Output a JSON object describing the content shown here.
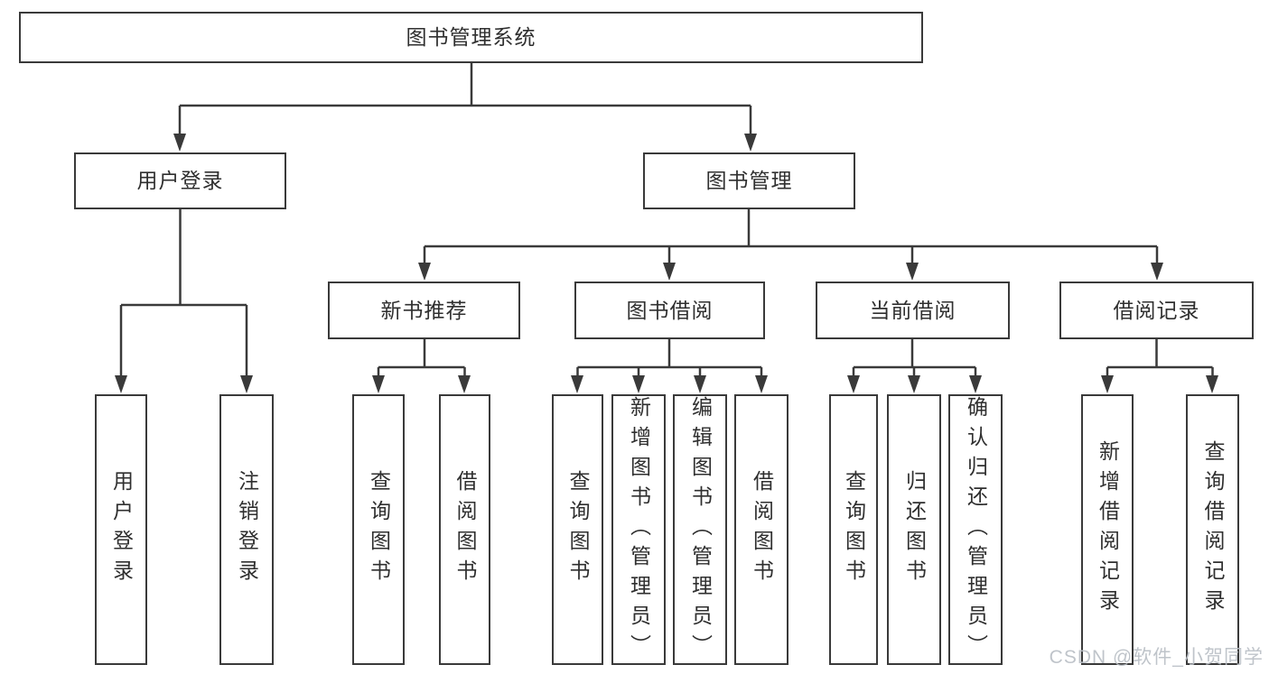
{
  "diagram": {
    "root": {
      "label": "图书管理系统"
    },
    "level2": [
      {
        "label": "用户登录"
      },
      {
        "label": "图书管理"
      }
    ],
    "level3": [
      {
        "label": "新书推荐",
        "parent": "图书管理"
      },
      {
        "label": "图书借阅",
        "parent": "图书管理"
      },
      {
        "label": "当前借阅",
        "parent": "图书管理"
      },
      {
        "label": "借阅记录",
        "parent": "图书管理"
      }
    ],
    "leaves": [
      {
        "label": "用户登录",
        "parent": "用户登录"
      },
      {
        "label": "注销登录",
        "parent": "用户登录"
      },
      {
        "label": "查询图书",
        "parent": "新书推荐"
      },
      {
        "label": "借阅图书",
        "parent": "新书推荐"
      },
      {
        "label": "查询图书",
        "parent": "图书借阅"
      },
      {
        "label": "新增图书（管理员）",
        "parent": "图书借阅"
      },
      {
        "label": "编辑图书（管理员）",
        "parent": "图书借阅"
      },
      {
        "label": "借阅图书",
        "parent": "图书借阅"
      },
      {
        "label": "查询图书",
        "parent": "当前借阅"
      },
      {
        "label": "归还图书",
        "parent": "当前借阅"
      },
      {
        "label": "确认归还（管理员）",
        "parent": "当前借阅"
      },
      {
        "label": "新增借阅记录",
        "parent": "借阅记录"
      },
      {
        "label": "查询借阅记录",
        "parent": "借阅记录"
      }
    ]
  },
  "watermark": {
    "text": "CSDN @软件_小贺同学"
  },
  "colors": {
    "line": "#3a3a3a",
    "text": "#2f2f2f",
    "background": "#ffffff",
    "watermark": "#babfc5"
  }
}
